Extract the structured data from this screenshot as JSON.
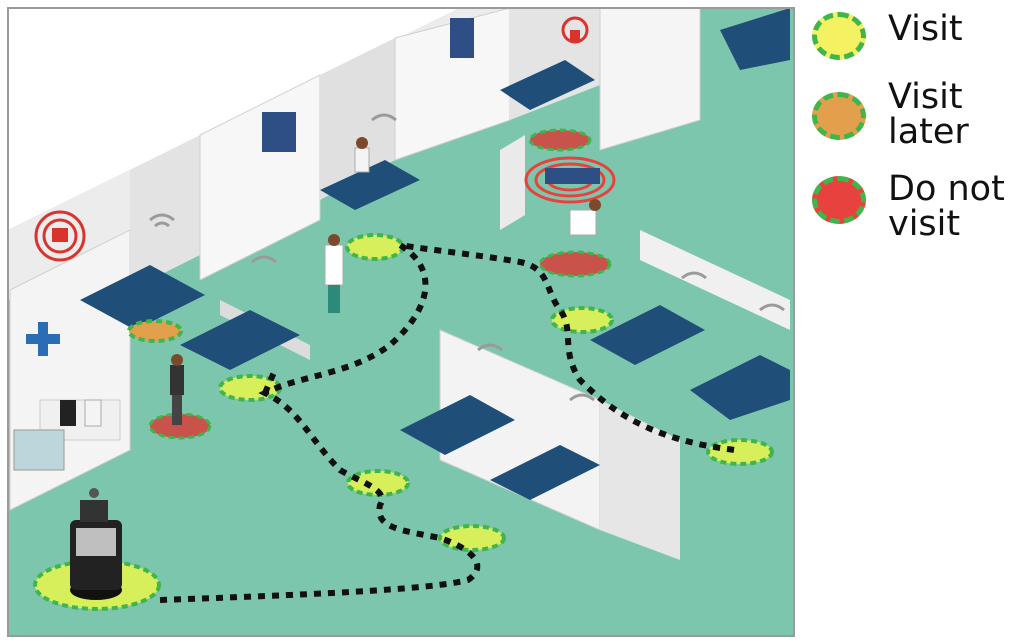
{
  "legend": {
    "items": [
      {
        "label": "Visit",
        "color": "#f4f163",
        "name": "visit"
      },
      {
        "label": "Visit\nlater",
        "color": "#e2a04c",
        "name": "visit-later"
      },
      {
        "label": "Do not\nvisit",
        "color": "#e8423e",
        "name": "do-not-visit"
      }
    ]
  },
  "colors": {
    "floor": "#7dc6ae",
    "wall_light": "#f2f2f2",
    "wall_shade": "#d6d6d6",
    "bed": "#1f4e79",
    "path": "#111111",
    "ring_border": "#3fb54a"
  },
  "icons": [
    "alarm-icon",
    "medical-star-icon",
    "wifi-icon",
    "robot-icon"
  ]
}
